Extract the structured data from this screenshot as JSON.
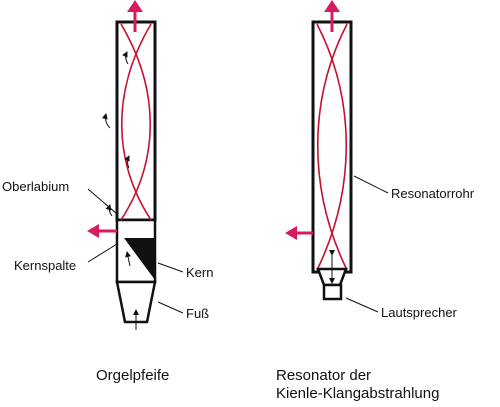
{
  "labels": {
    "oberlabium": "Oberlabium",
    "kernspalte": "Kernspalte",
    "kern": "Kern",
    "fuss": "Fuß",
    "resonatorrohr": "Resonatorrohr",
    "lautsprecher": "Lautsprecher"
  },
  "captions": {
    "left": "Orgelpfeife",
    "right_line1": "Resonator der",
    "right_line2": "Kienle-Klangabstrahlung"
  },
  "colors": {
    "wave": "#c8102e",
    "arrow": "#d81b60",
    "outline": "#111111"
  }
}
